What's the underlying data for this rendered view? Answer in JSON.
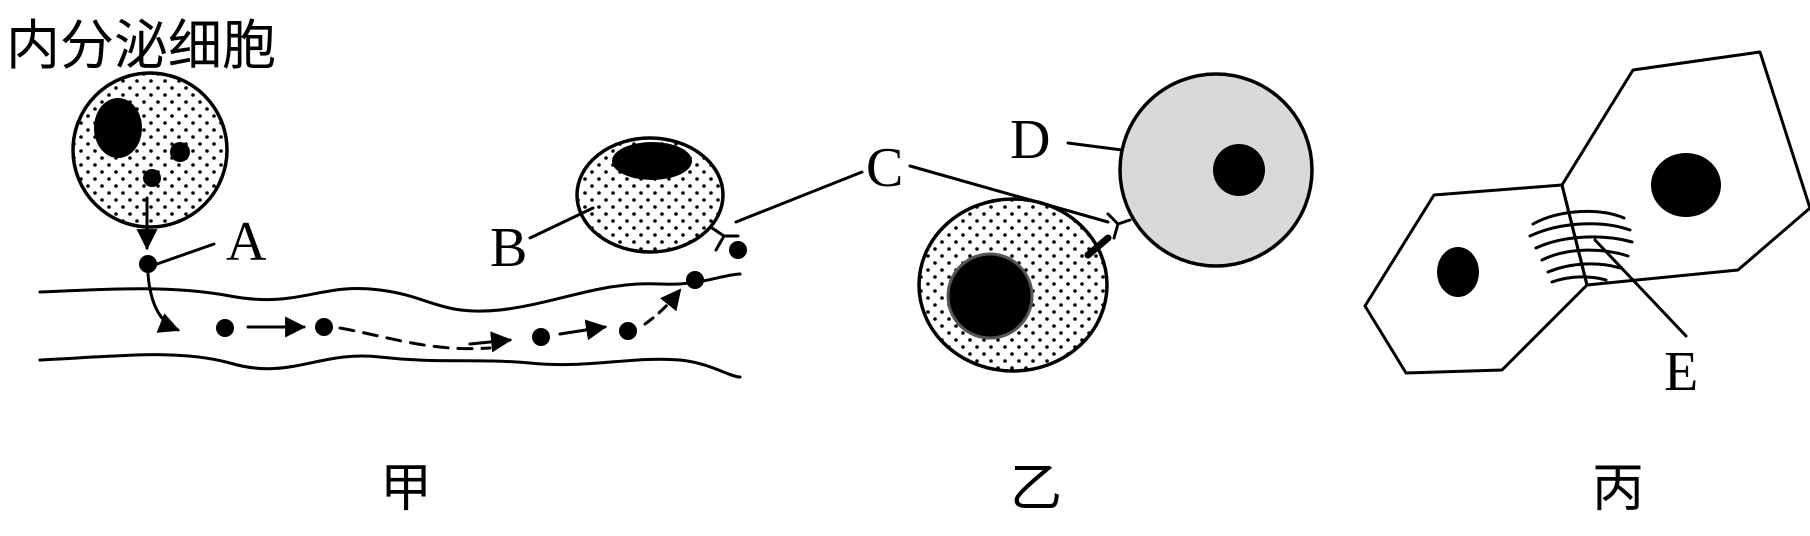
{
  "title": "内分泌细胞",
  "labels": {
    "A": "A",
    "B": "B",
    "C": "C",
    "D": "D",
    "E": "E"
  },
  "panels": [
    "甲",
    "乙",
    "丙"
  ],
  "colors": {
    "ink": "#000000",
    "cell_fill": "#ffffff",
    "target_cell_fill": "#d9d9d9"
  }
}
